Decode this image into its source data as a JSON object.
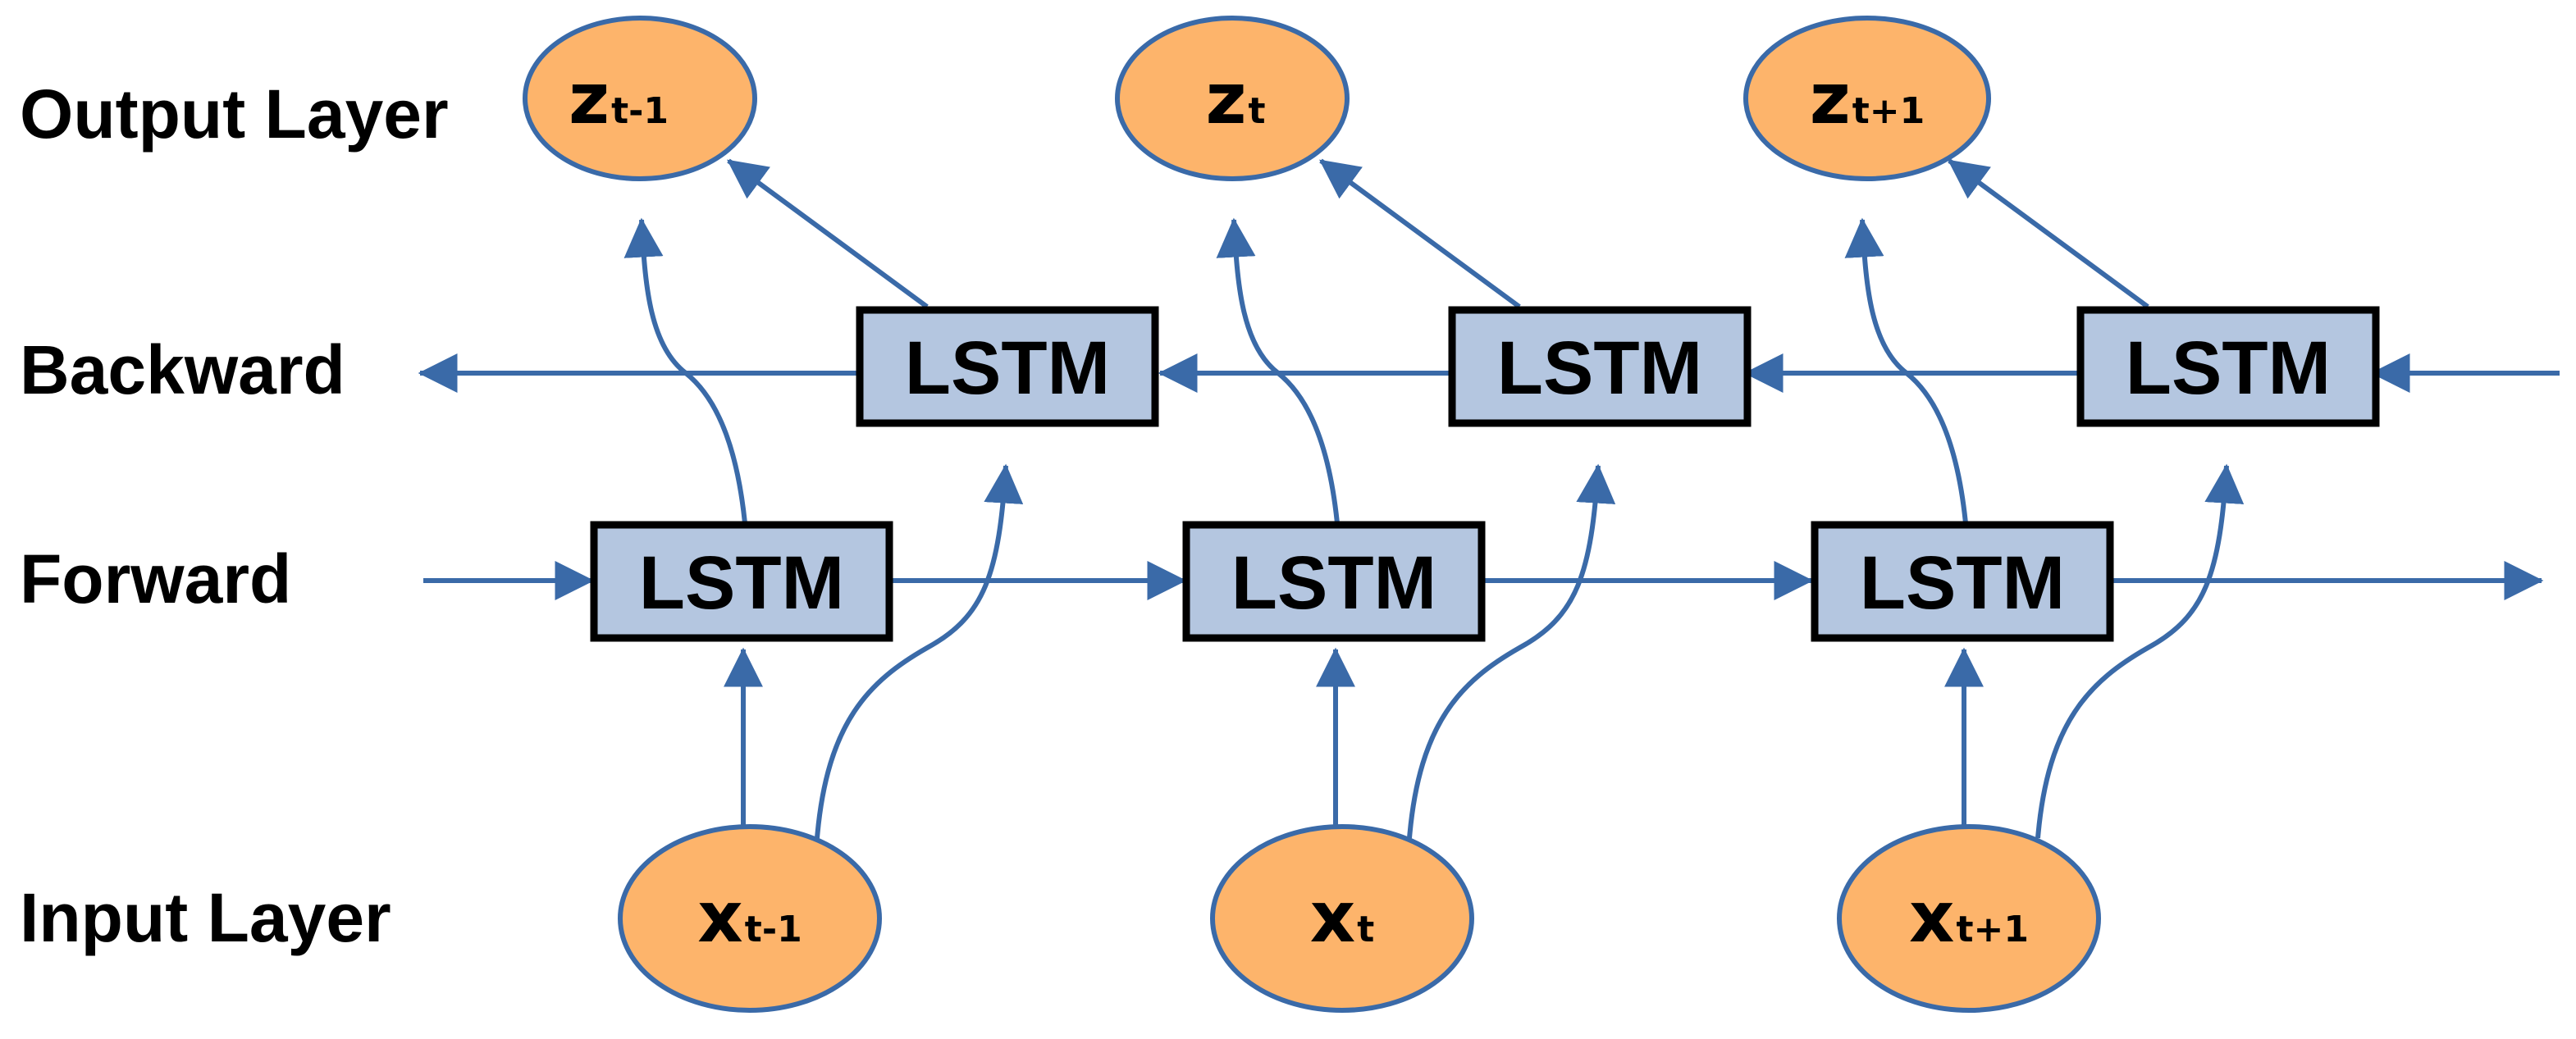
{
  "colors": {
    "node_fill": "#fdb46b",
    "node_stroke": "#3a6aa8",
    "cell_fill": "#b4c6e0",
    "cell_stroke": "#000000",
    "arrow": "#3a6aa8"
  },
  "labels": {
    "output": "Output Layer",
    "backward": "Backward",
    "forward": "Forward",
    "input": "Input Layer"
  },
  "cell_label": "LSTM",
  "steps": [
    {
      "input_main": "x",
      "input_sub": "t-1",
      "output_main": "z",
      "output_sub": "t-1"
    },
    {
      "input_main": "x",
      "input_sub": "t",
      "output_main": "z",
      "output_sub": "t"
    },
    {
      "input_main": "x",
      "input_sub": "t+1",
      "output_main": "z",
      "output_sub": "t+1"
    }
  ]
}
